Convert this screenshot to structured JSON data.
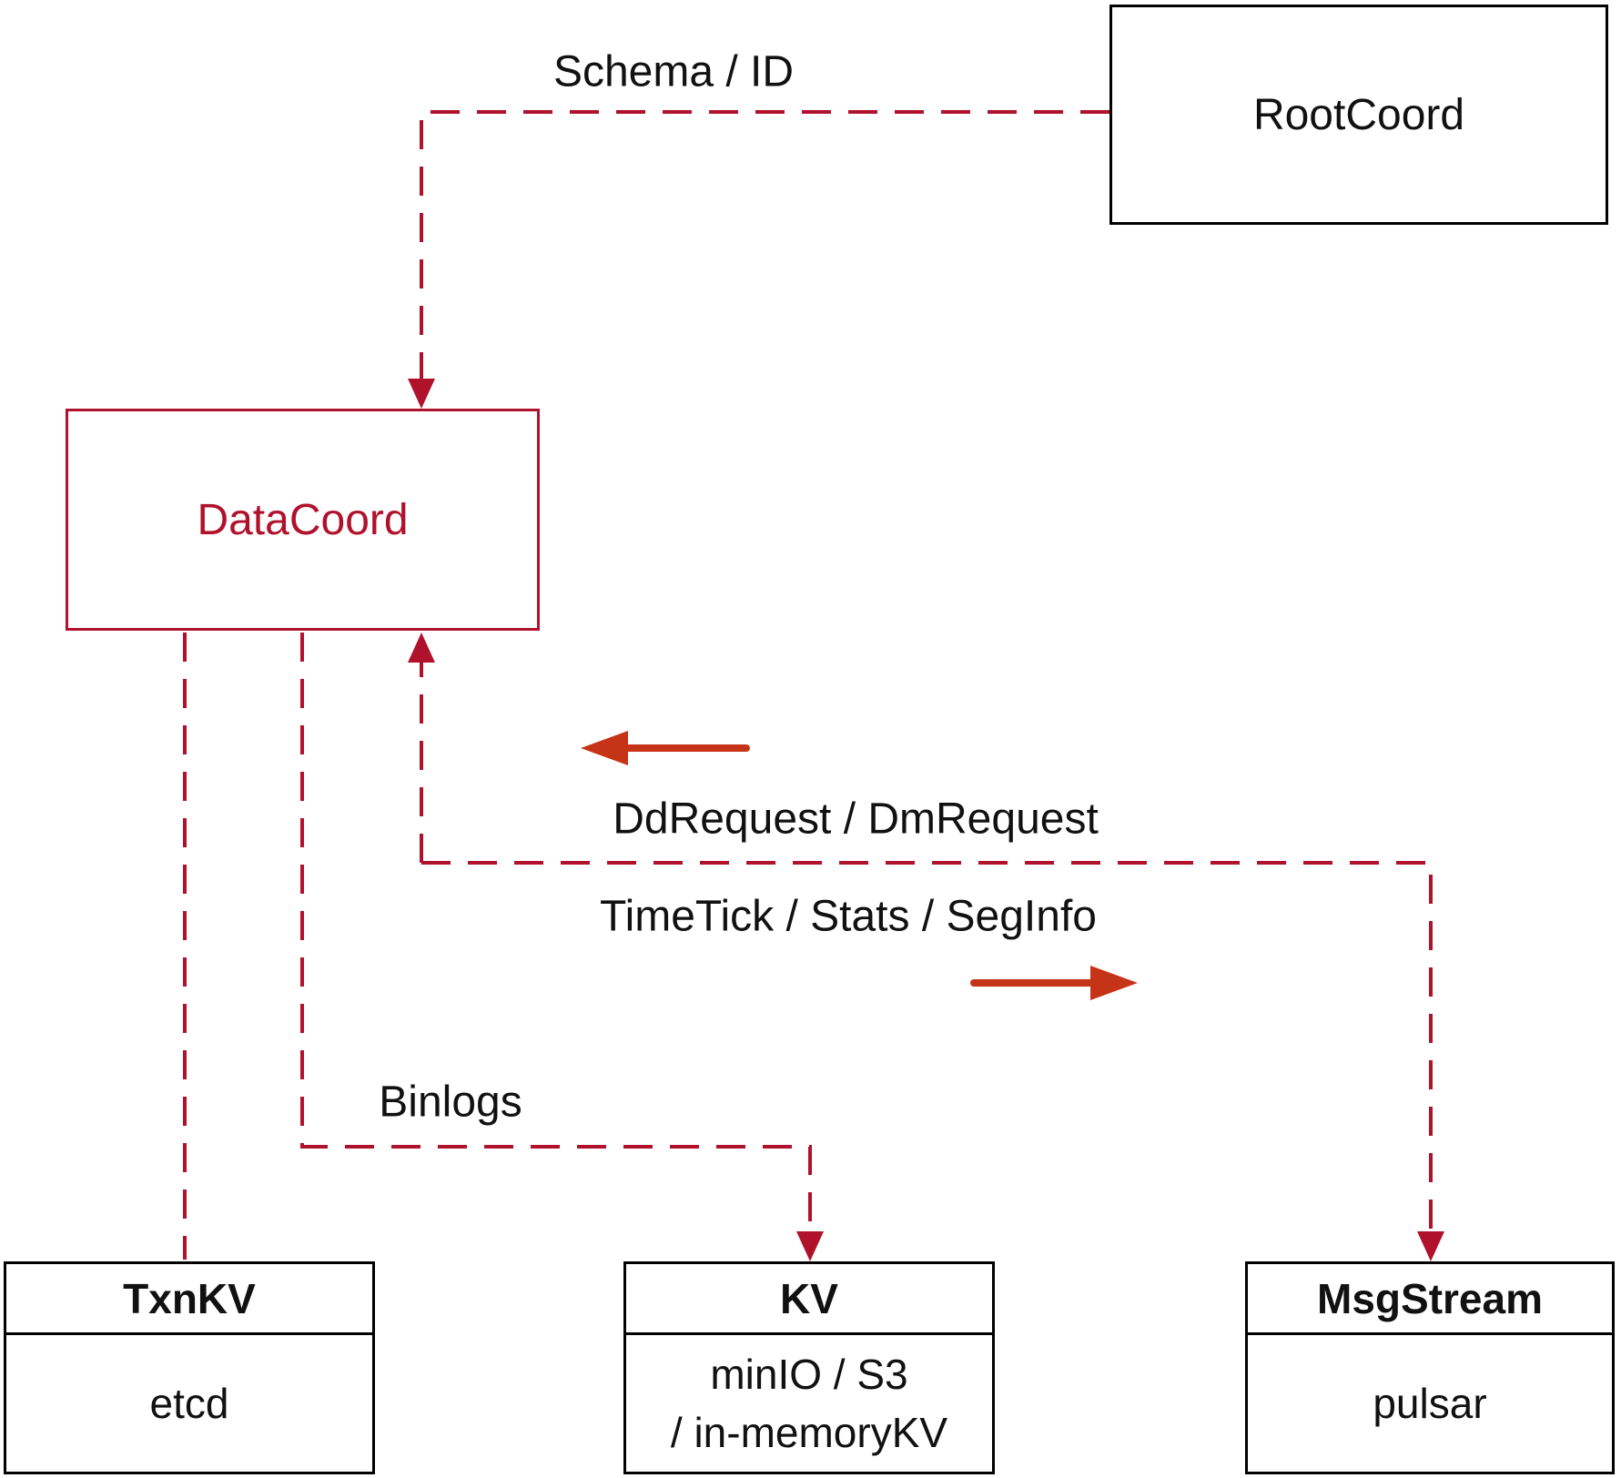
{
  "diagram": {
    "nodes": {
      "rootcoord": {
        "label": "RootCoord"
      },
      "datacoord": {
        "label": "DataCoord"
      },
      "txnkv": {
        "title": "TxnKV",
        "body": "etcd"
      },
      "kv": {
        "title": "KV",
        "body_line1": "minIO / S3",
        "body_line2": "/ in-memoryKV"
      },
      "msgstream": {
        "title": "MsgStream",
        "body": "pulsar"
      }
    },
    "edge_labels": {
      "schema_id": "Schema / ID",
      "dd_request": "DdRequest / DmRequest",
      "time_tick": "TimeTick / Stats / SegInfo",
      "binlogs": "Binlogs"
    },
    "colors": {
      "crimson": "#b0122c",
      "vermilion": "#c63418",
      "box_border_black": "#000000",
      "text_black": "#111111",
      "background": "#ffffff"
    }
  }
}
